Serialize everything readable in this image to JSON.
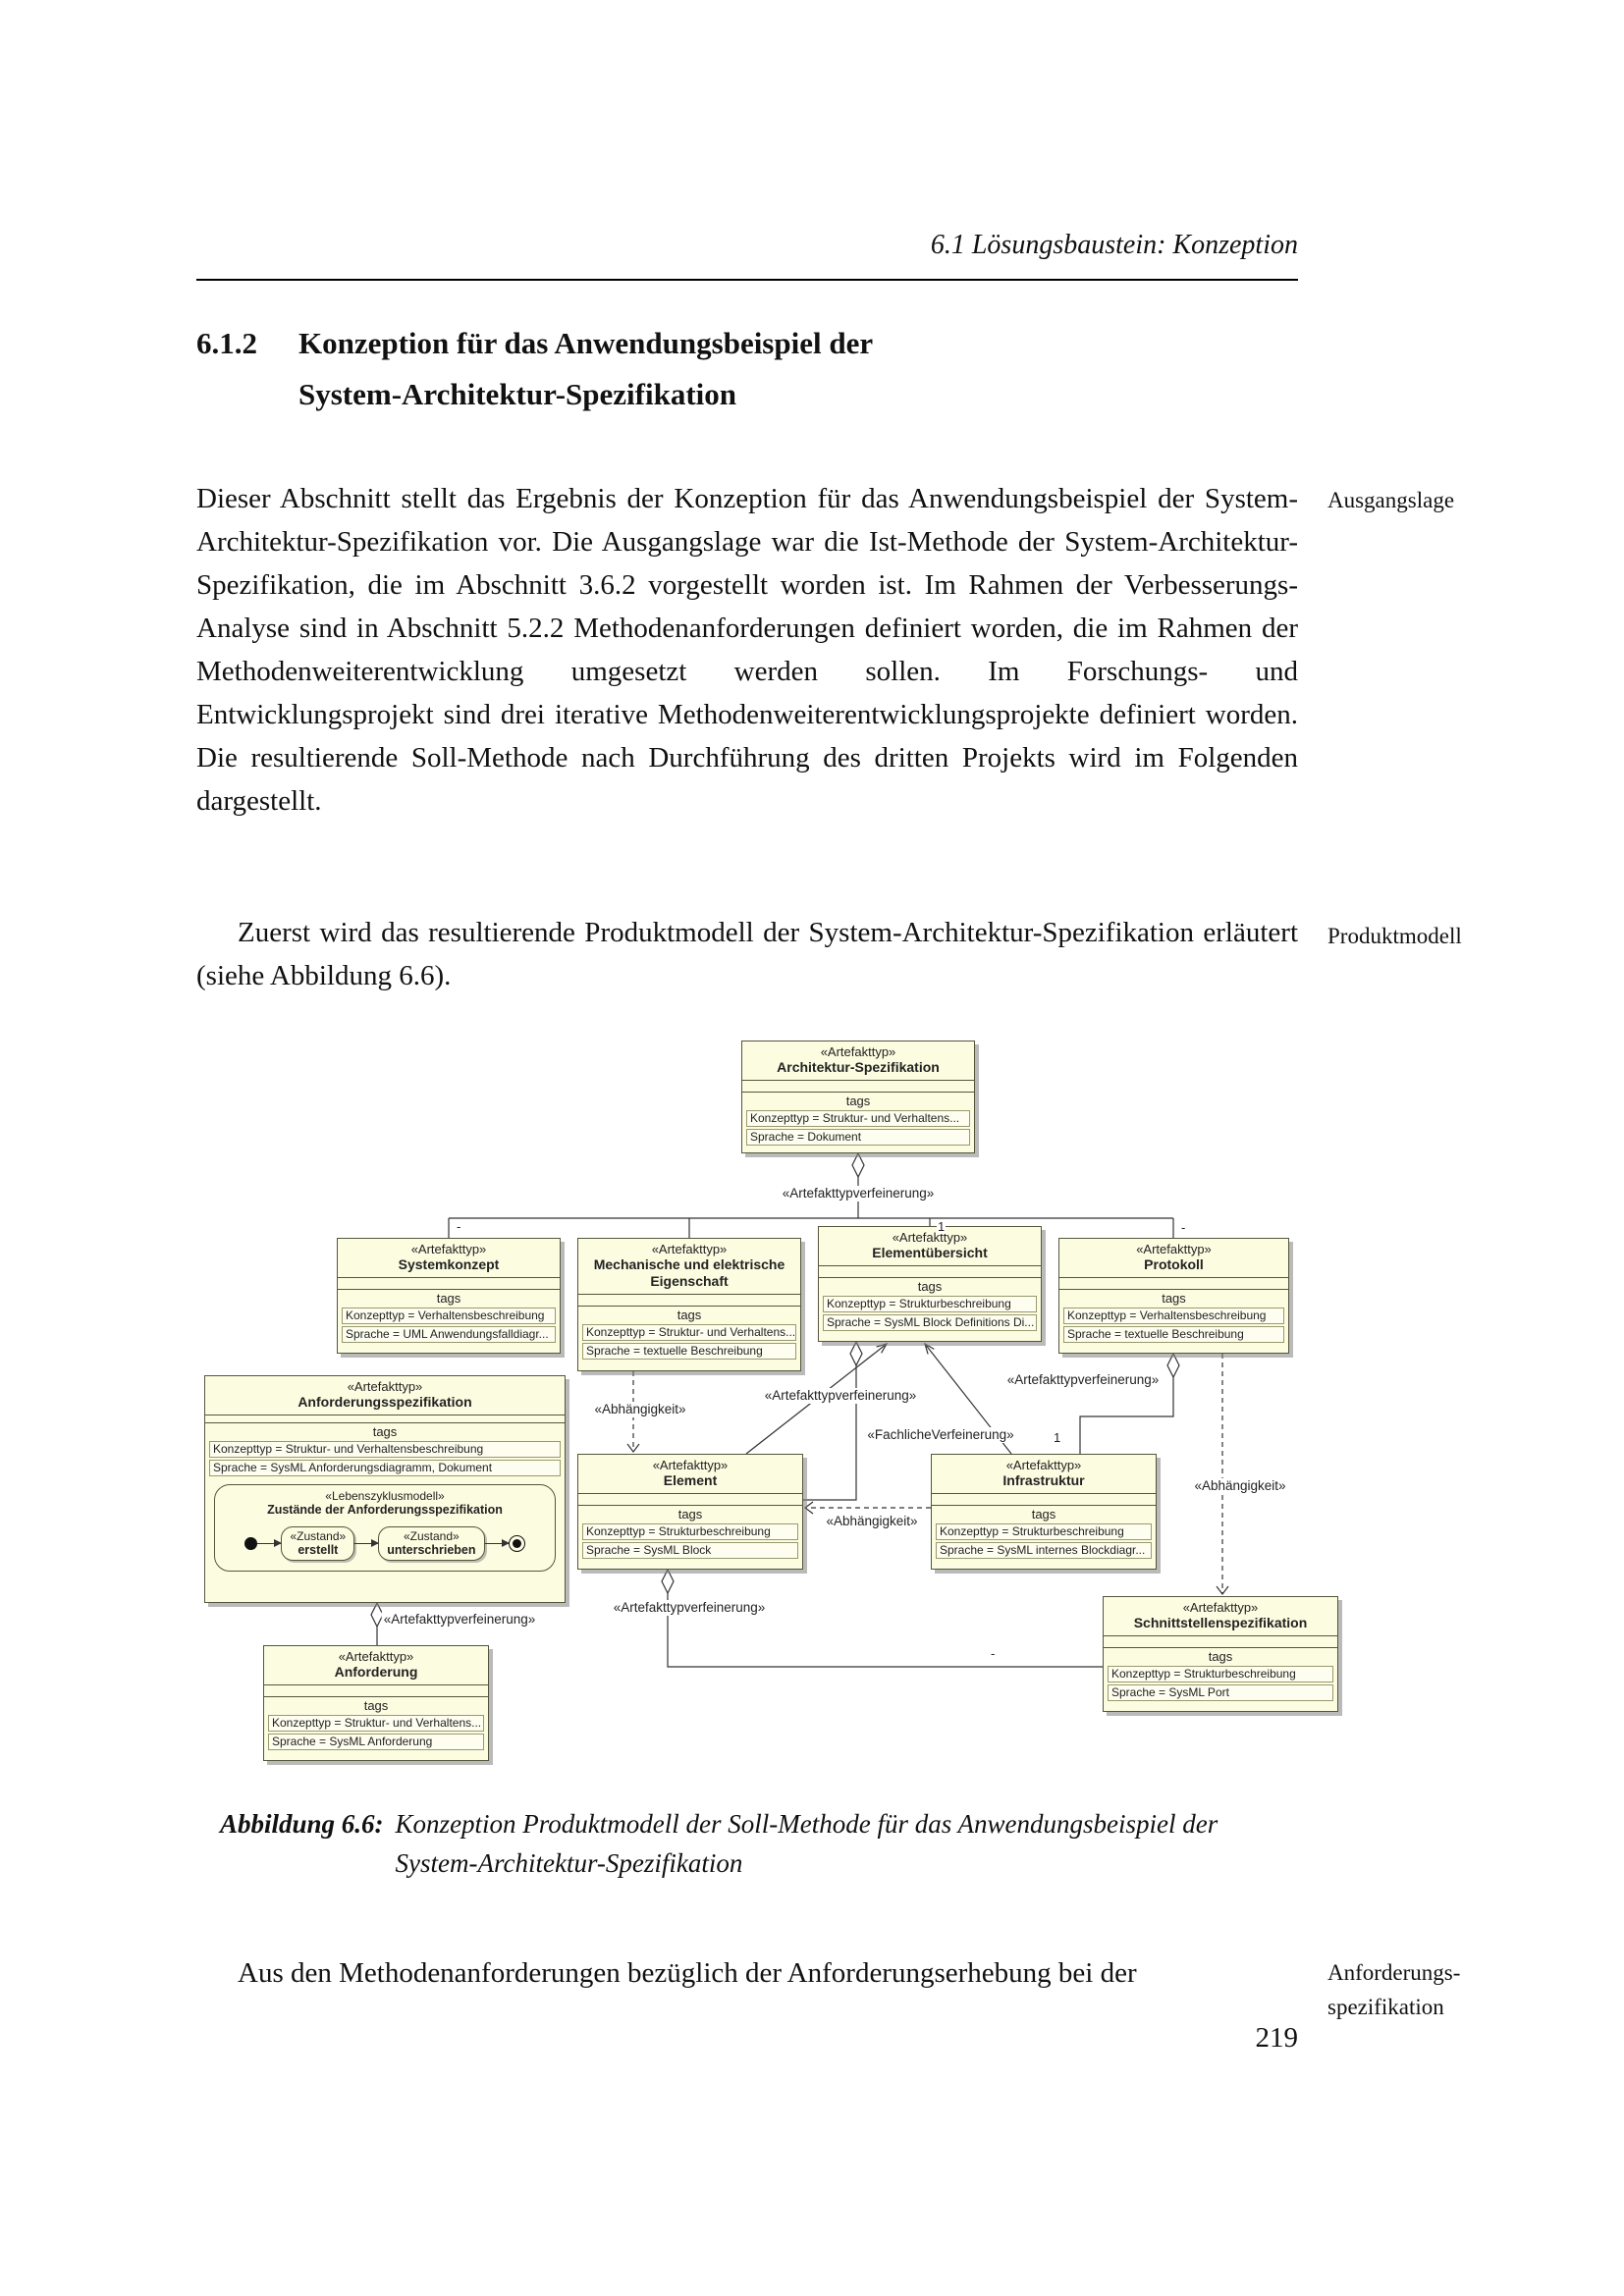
{
  "page": {
    "running_header": "6.1 Lösungsbaustein: Konzeption",
    "page_number": "219"
  },
  "section": {
    "number": "6.1.2",
    "title_line1": "Konzeption für das Anwendungsbeispiel der",
    "title_line2": "System-Architektur-Spezifikation"
  },
  "paragraphs": {
    "p1": "Dieser Abschnitt stellt das Ergebnis der Konzeption für das Anwendungsbeispiel der System-Architektur-Spezifikation vor. Die Ausgangslage war die Ist-Methode der System-Architektur-Spezifikation, die im Abschnitt 3.6.2 vorgestellt worden ist. Im Rahmen der Verbesserungs-Analyse sind in Abschnitt 5.2.2 Methodenanforderungen definiert worden, die im Rahmen der Methodenweiterentwicklung umgesetzt werden sollen. Im Forschungs- und Entwicklungsprojekt sind drei iterative Methodenweiterentwicklungsprojekte definiert worden. Die resultierende Soll-Methode nach Durchführung des dritten Projekts wird im Folgenden dargestellt.",
    "p2": "Zuerst wird das resultierende Produktmodell der System-Architektur-Spezifikation erläutert (siehe Abbildung 6.6).",
    "p3": "Aus den Methodenanforderungen bezüglich der Anforderungserhebung bei der"
  },
  "margin_notes": {
    "note1": "Ausgangslage",
    "note2": "Produktmodell",
    "note3_line1": "Anforderungs-",
    "note3_line2": "spezifikation"
  },
  "caption": {
    "label": "Abbildung 6.6:",
    "text": "Konzeption Produktmodell der Soll-Methode für das Anwendungsbeispiel der System-Architektur-Spezifikation"
  },
  "diagram": {
    "boxes": {
      "architektur": {
        "stereotype": "«Artefakttyp»",
        "name": "Architektur-Spezifikation",
        "tags_label": "tags",
        "tag1": "Konzepttyp = Struktur- und Verhaltens...",
        "tag2": "Sprache = Dokument"
      },
      "systemkonzept": {
        "stereotype": "«Artefakttyp»",
        "name": "Systemkonzept",
        "tags_label": "tags",
        "tag1": "Konzepttyp = Verhaltensbeschreibung",
        "tag2": "Sprache = UML Anwendungsfalldiagr..."
      },
      "mechanische": {
        "stereotype": "«Artefakttyp»",
        "name": "Mechanische und elektrische Eigenschaft",
        "tags_label": "tags",
        "tag1": "Konzepttyp = Struktur- und Verhaltens...",
        "tag2": "Sprache = textuelle Beschreibung"
      },
      "elementuebersicht": {
        "stereotype": "«Artefakttyp»",
        "name": "Elementübersicht",
        "tags_label": "tags",
        "tag1": "Konzepttyp = Strukturbeschreibung",
        "tag2": "Sprache = SysML Block Definitions Di..."
      },
      "protokoll": {
        "stereotype": "«Artefakttyp»",
        "name": "Protokoll",
        "tags_label": "tags",
        "tag1": "Konzepttyp = Verhaltensbeschreibung",
        "tag2": "Sprache = textuelle Beschreibung"
      },
      "anforderungsspezifikation": {
        "stereotype": "«Artefakttyp»",
        "name": "Anforderungsspezifikation",
        "tags_label": "tags",
        "tag1": "Konzepttyp = Struktur- und Verhaltensbeschreibung",
        "tag2": "Sprache = SysML Anforderungsdiagramm, Dokument"
      },
      "element": {
        "stereotype": "«Artefakttyp»",
        "name": "Element",
        "tags_label": "tags",
        "tag1": "Konzepttyp = Strukturbeschreibung",
        "tag2": "Sprache = SysML Block"
      },
      "infrastruktur": {
        "stereotype": "«Artefakttyp»",
        "name": "Infrastruktur",
        "tags_label": "tags",
        "tag1": "Konzepttyp = Strukturbeschreibung",
        "tag2": "Sprache = SysML internes Blockdiagr..."
      },
      "schnittstellenspezifikation": {
        "stereotype": "«Artefakttyp»",
        "name": "Schnittstellenspezifikation",
        "tags_label": "tags",
        "tag1": "Konzepttyp = Strukturbeschreibung",
        "tag2": "Sprache = SysML Port"
      },
      "anforderung": {
        "stereotype": "«Artefakttyp»",
        "name": "Anforderung",
        "tags_label": "tags",
        "tag1": "Konzepttyp = Struktur- und Verhaltens...",
        "tag2": "Sprache = SysML Anforderung"
      }
    },
    "state_machine": {
      "stereotype": "«Lebenszyklusmodell»",
      "name": "Zustände der Anforderungsspezifikation",
      "state1_stereotype": "«Zustand»",
      "state1_name": "erstellt",
      "state2_stereotype": "«Zustand»",
      "state2_name": "unterschrieben"
    },
    "connector_labels": {
      "refine_top": "«Artefakttypverfeinerung»",
      "refine_mid": "«Artefakttypverfeinerung»",
      "refine_right": "«Artefakttypverfeinerung»",
      "refine_bottom_left": "«Artefakttypverfeinerung»",
      "refine_bottom_center": "«Artefakttypverfeinerung»",
      "fachliche": "«FachlicheVerfeinerung»",
      "abh_left": "«Abhängigkeit»",
      "abh_mid": "«Abhängigkeit»",
      "abh_right": "«Abhängigkeit»",
      "mult_dash_sys": "-",
      "mult_one_elem": "1",
      "mult_dash_prot": "-",
      "mult_one_infra": "1",
      "mult_dash_bottom": "-"
    }
  }
}
